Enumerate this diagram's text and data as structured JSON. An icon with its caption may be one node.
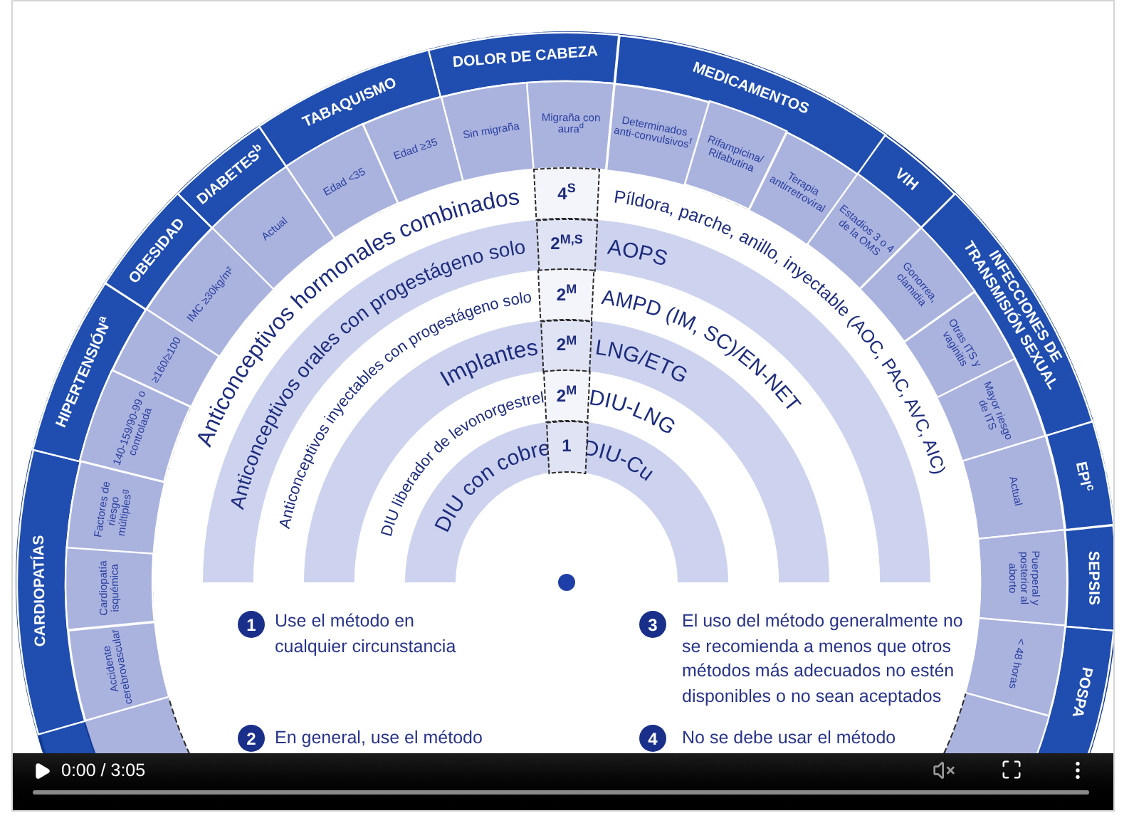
{
  "diagram": {
    "nodes": [
      {
        "text": [
          "CARDIOPATÍAS"
        ]
      },
      {
        "text": [
          "Accidente cerebrovascular"
        ]
      },
      {
        "text": [
          "Cardiopatía isquémica"
        ]
      },
      {
        "text": [
          "Factores de riesgo múltiples$^{g}$"
        ]
      },
      {
        "text": [
          "HIPERTENSIÓN$^{a}$"
        ]
      },
      {
        "text": [
          "140-159/90-99 o controlada"
        ]
      },
      {
        "text": [
          "≥160/≥100"
        ]
      },
      {
        "text": [
          "OBESIDAD"
        ]
      },
      {
        "text": [
          "IMC ≥30kg/m²"
        ]
      },
      {
        "text": [
          "DIABETES$^{b}$"
        ]
      },
      {
        "text": [
          "Actual"
        ]
      },
      {
        "text": [
          "TABAQUISMO"
        ]
      },
      {
        "text": [
          "Edad <35"
        ]
      },
      {
        "text": [
          "Edad ≥35"
        ]
      },
      {
        "text": [
          "DOLOR DE CABEZA"
        ]
      },
      {
        "text": [
          "Sin migraña"
        ]
      },
      {
        "text": [
          "Migraña con aura$^{d}$"
        ]
      },
      {
        "text": [
          "MEDICAMENTOS"
        ]
      },
      {
        "text": [
          "Determinados anti-convulsivos$^{f}$"
        ]
      },
      {
        "text": [
          "Rifampicina/ Rifabutina"
        ]
      },
      {
        "text": [
          "Terapia antirretroviral"
        ]
      },
      {
        "text": [
          "VIH"
        ]
      },
      {
        "text": [
          "Estadios 3 o 4 de la OMS"
        ]
      },
      {
        "text": [
          "INFECCIONES DE TRANSMISIÓN SEXUAL"
        ]
      },
      {
        "text": [
          "Gonorrea, clamidia"
        ]
      },
      {
        "text": [
          "Otras ITS y vaginitis"
        ]
      },
      {
        "text": [
          "Mayor riesgo de ITS"
        ]
      },
      {
        "text": [
          "EPI$^{c}$"
        ]
      },
      {
        "text": [
          "Actual"
        ]
      },
      {
        "text": [
          "SEPSIS"
        ]
      },
      {
        "text": [
          "Puerperal y posterior al aborto"
        ]
      },
      {
        "text": [
          "POSPA"
        ]
      },
      {
        "text": [
          "< 48 horas"
        ]
      },
      {
        "text": [
          "4$^{S}$"
        ]
      },
      {
        "text": [
          "2$^{M,S}$"
        ]
      },
      {
        "text": [
          "2$^{M}$"
        ]
      },
      {
        "text": [
          "2$^{M}$"
        ]
      },
      {
        "text": [
          "2$^{M}$"
        ]
      },
      {
        "text": [
          "1"
        ]
      }
    ],
    "edges": [],
    "labels": [
      "Anticonceptivos hormonales combinados",
      "Anticonceptivos orales con progestágeno solo",
      "Anticonceptivos inyectables con progestágeno solo",
      "Implantes",
      "DIU liberador de levonorgestrel",
      "DIU con cobre",
      "Píldora, parche, anillo, inyectable (AOC, PAC, AVC, AIC)",
      "AOPS",
      "AMPD (IM, SC)/EN-NET",
      "LNG/ETG",
      "DIU-LNG",
      "DIU-Cu",
      "1",
      "Use el método en cualquier circunstancia",
      "3",
      "El uso del método generalmente no se recomienda a menos que otros métodos más adecuados no estén disponibles o no sean aceptados",
      "2",
      "En general, use el método",
      "4",
      "No se debe usar el método",
      "0:00 / 3:05"
    ]
  }
}
